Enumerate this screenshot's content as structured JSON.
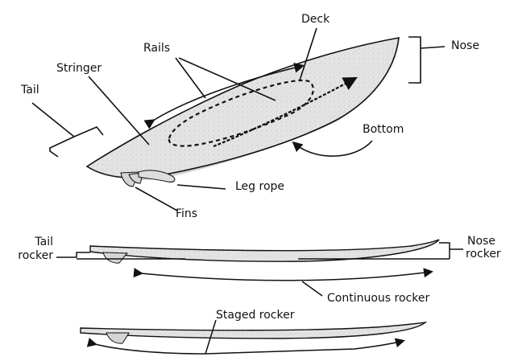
{
  "labels": {
    "deck": "Deck",
    "nose": "Nose",
    "rails": "Rails",
    "stringer": "Stringer",
    "tail": "Tail",
    "bottom": "Bottom",
    "leg_rope": "Leg rope",
    "fins": "Fins",
    "tail_rocker": [
      "Tail",
      "rocker"
    ],
    "nose_rocker": [
      "Nose",
      "rocker"
    ],
    "continuous_rocker": "Continuous rocker",
    "staged_rocker": "Staged rocker"
  },
  "colors": {
    "ink": "#111111",
    "board_fill": "#e6e6e6",
    "board_shade": "#c9c9c9",
    "background": "#ffffff"
  }
}
